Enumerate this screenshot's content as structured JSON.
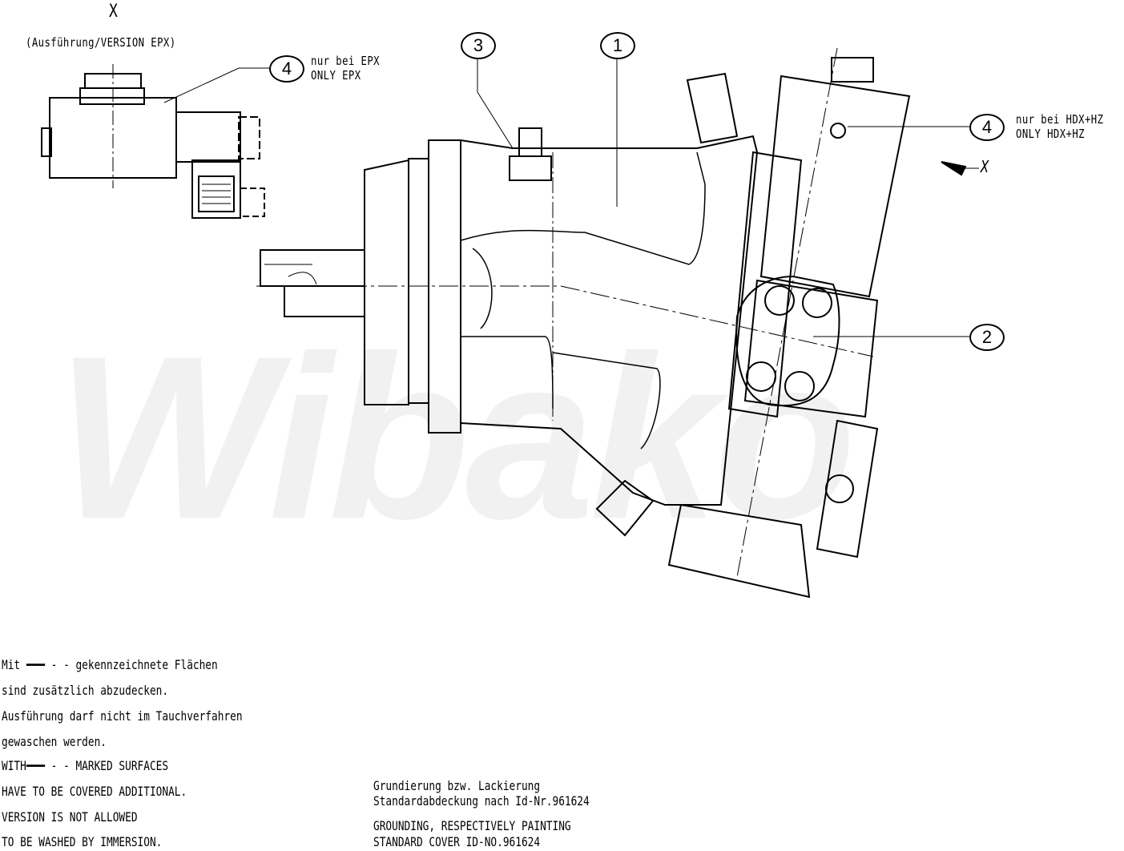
{
  "watermark": "Wibako",
  "detail_view": {
    "label": "X",
    "caption": "(Ausführung/VERSION EPX)",
    "callout": {
      "number": "4",
      "note_de": "nur bei EPX",
      "note_en": "ONLY EPX"
    }
  },
  "callouts": [
    {
      "number": "3"
    },
    {
      "number": "1"
    },
    {
      "number": "2"
    },
    {
      "number": "4",
      "note_de": "nur bei HDX+HZ",
      "note_en": "ONLY HDX+HZ"
    }
  ],
  "view_arrow": {
    "label": "X"
  },
  "notes_left": [
    "Mit ━━━ - - gekennzeichnete Flächen",
    "sind zusätzlich abzudecken.",
    "Ausführung darf nicht im Tauchverfahren",
    "gewaschen werden.",
    "WITH━━━ - - MARKED SURFACES",
    "HAVE TO BE COVERED ADDITIONAL.",
    "VERSION IS NOT ALLOWED",
    "TO BE WASHED BY IMMERSION."
  ],
  "notes_right": [
    "Grundierung bzw. Lackierung",
    "Standardabdeckung nach Id-Nr.961624",
    "GROUNDING, RESPECTIVELY PAINTING",
    "STANDARD COVER ID-NO.961624"
  ]
}
